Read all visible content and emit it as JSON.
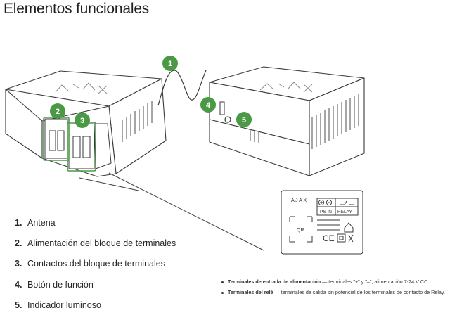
{
  "title": "Elementos funcionales",
  "markers": [
    "1",
    "2",
    "3",
    "4",
    "5"
  ],
  "legend": [
    {
      "num": "1.",
      "text": "Antena"
    },
    {
      "num": "2.",
      "text": "Alimentación del bloque de terminales"
    },
    {
      "num": "3.",
      "text": "Contactos del bloque de terminales"
    },
    {
      "num": "4.",
      "text": "Botón de función"
    },
    {
      "num": "5.",
      "text": "Indicador luminoso"
    }
  ],
  "label_card": {
    "brand": "AJAX",
    "ps_in": "PS IN",
    "relay": "RELAY",
    "qr": "QR",
    "ce": "CE"
  },
  "notes": [
    {
      "title": "Terminales de entrada de alimentación",
      "text": " — terminales \"+\" y \"–\", alimentación 7-24 V CC."
    },
    {
      "title": "Terminales del relé",
      "text": " — terminales de salida sin potencial de los terminales de contacto de Relay."
    }
  ],
  "colors": {
    "marker": "#4a9a45",
    "outline": "#3a3a3a"
  },
  "icons": {
    "plus": "plus-circle-icon",
    "minus": "minus-circle-icon",
    "relay": "relay-contact-icon",
    "home": "home-icon",
    "square": "double-insulation-icon",
    "bin": "weee-bin-icon"
  }
}
